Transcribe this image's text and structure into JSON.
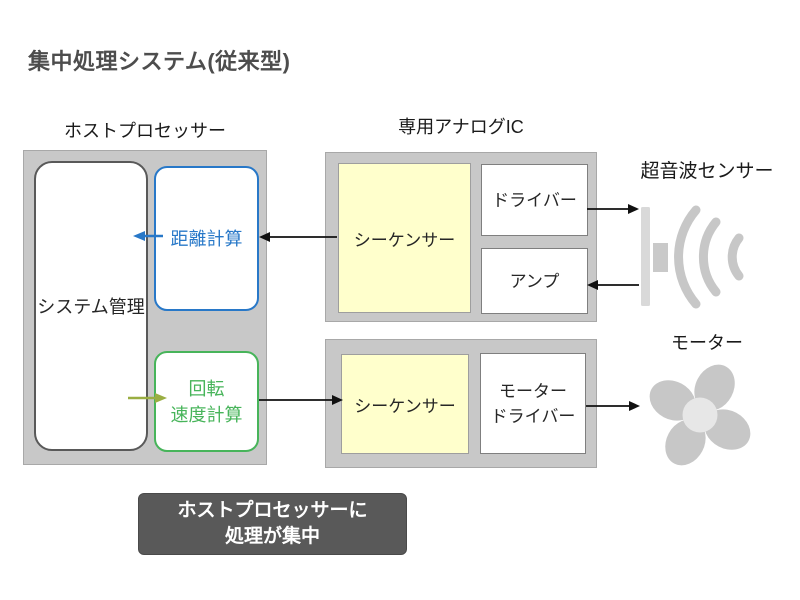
{
  "title": "集中処理システム(従来型)",
  "host_processor": {
    "label": "ホストプロセッサー",
    "system_management": "システム管理",
    "distance_calc": "距離計算",
    "rotation_calc": "回転\n速度計算"
  },
  "analog_ic": {
    "label": "専用アナログIC",
    "sensor_unit": {
      "sequencer": "シーケンサー",
      "driver": "ドライバー",
      "amp": "アンプ"
    },
    "motor_unit": {
      "sequencer": "シーケンサー",
      "motor_driver": "モーター\nドライバー"
    }
  },
  "devices": {
    "ultrasonic_sensor_label": "超音波センサー",
    "motor_label": "モーター"
  },
  "callout": "ホストプロセッサーに\n処理が集中",
  "icons": {
    "ultrasonic": "ultrasonic-sensor-icon",
    "motor": "fan-icon"
  },
  "colors": {
    "accent_blue": "#2878c8",
    "accent_green": "#47b45a",
    "arrow_olive": "#9aae42",
    "sequencer_yellow": "#ffffcc",
    "container_gray": "#c8c8c8",
    "callout_dark": "#595959",
    "icon_gray": "#c7c7c7"
  }
}
